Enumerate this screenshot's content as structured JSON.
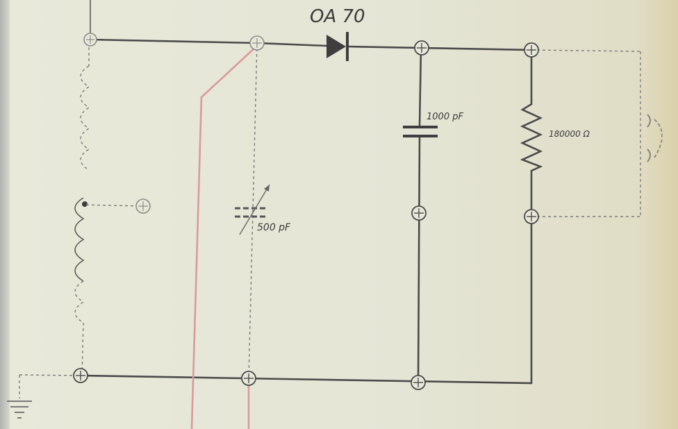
{
  "labels": {
    "diode": "OA 70",
    "capacitor_fixed": "1000 pF",
    "capacitor_variable": "500 pF",
    "resistor": "180000 Ω"
  },
  "colors": {
    "wire": "#4a4a4a",
    "red_line": "#d99a9a",
    "paper": "#e6e6d6"
  }
}
